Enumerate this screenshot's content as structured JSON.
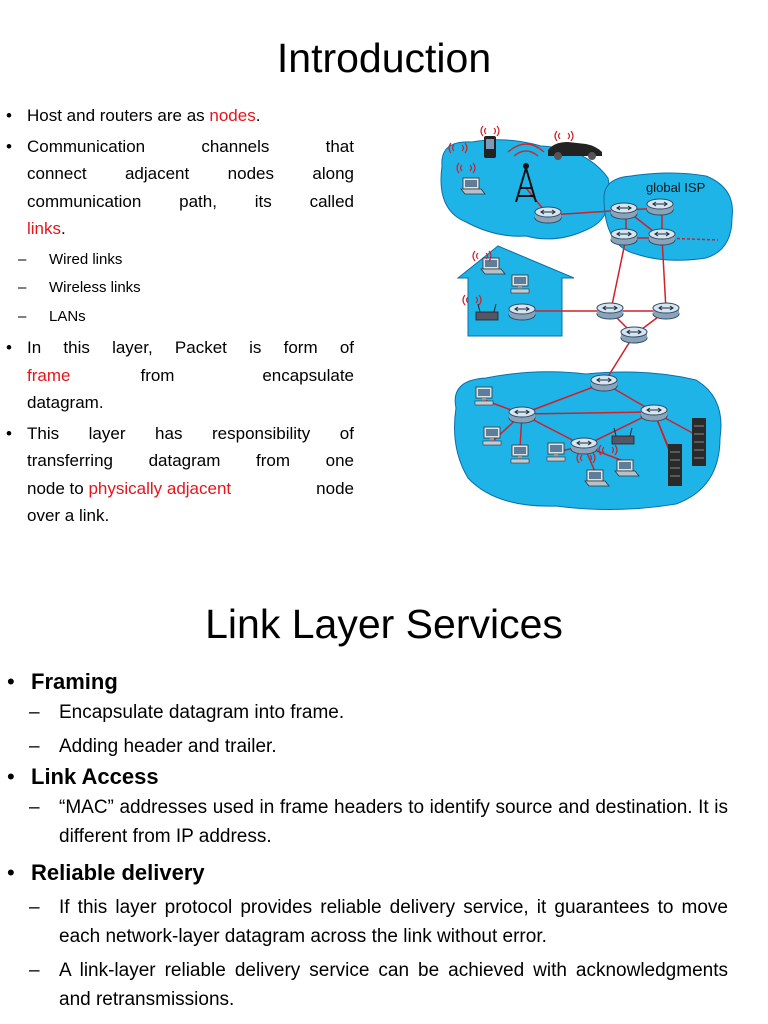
{
  "intro": {
    "title": "Introduction",
    "b1_pre": "Host and routers are as ",
    "b1_red": "nodes",
    "b1_post": ".",
    "b2_l1": "Communication channels that",
    "b2_l2": "connect adjacent nodes along",
    "b2_l3": "communication path, its called",
    "b2_red": "links",
    "b2_post": ".",
    "sub": [
      "Wired links",
      "Wireless links",
      "LANs"
    ],
    "b3_l1": "In this layer, Packet is form of",
    "b3_red": "frame",
    "b3_rest": "from encapsulate",
    "b3_l3": "datagram.",
    "b4_l1": "This layer has responsibility of",
    "b4_l2": "transferring datagram from one",
    "b4_pre": "node to ",
    "b4_red": "physically adjacent",
    "b4_post": " node",
    "b4_l4": "over a link."
  },
  "diagram": {
    "isp_label": "global ISP"
  },
  "services": {
    "title": "Link Layer Services",
    "framing": {
      "heading": "Framing",
      "items": [
        "Encapsulate datagram into frame.",
        "Adding header and trailer."
      ]
    },
    "link_access": {
      "heading": "Link Access",
      "items": [
        "“MAC” addresses used in frame headers to identify source and destination. It is different from IP address."
      ]
    },
    "reliable": {
      "heading": "Reliable delivery",
      "items": [
        "If this layer protocol provides reliable delivery service, it guarantees to move each network-layer datagram across the link without error.",
        "A link-layer reliable delivery service can be achieved with acknowledgments and retransmissions."
      ]
    }
  },
  "colors": {
    "accent_red": "#e8141b",
    "cloud_blue": "#1fb4e8",
    "link_red": "#d0202a"
  }
}
